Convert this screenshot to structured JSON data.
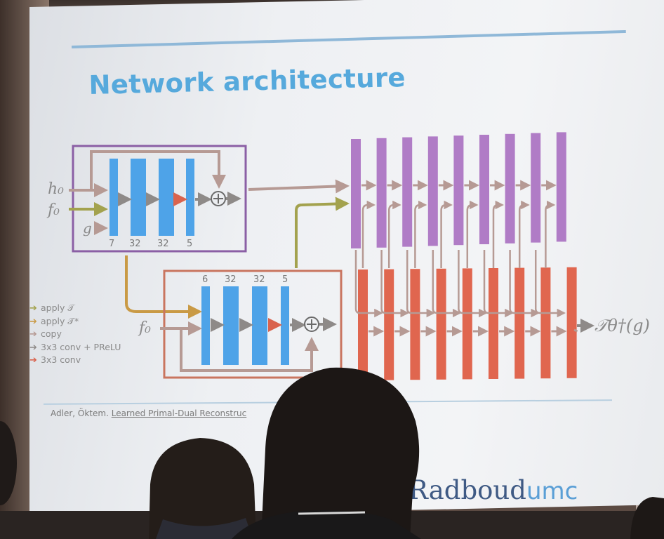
{
  "slide": {
    "title": "Network architecture",
    "legend": [
      {
        "label": "apply 𝒯",
        "color": "#a3a24e"
      },
      {
        "label": "apply 𝒯*",
        "color": "#c99a45"
      },
      {
        "label": "copy",
        "color": "#b69a94"
      },
      {
        "label": "3x3 conv + PReLU",
        "color": "#8e8a88"
      },
      {
        "label": "3x3 conv",
        "color": "#d9634e"
      }
    ],
    "primal_block": {
      "inputs": [
        "h₀",
        "f₀",
        "g"
      ],
      "channels": [
        "7",
        "32",
        "32",
        "5"
      ]
    },
    "dual_block": {
      "input": "f₀",
      "channels": [
        "6",
        "32",
        "32",
        "5"
      ]
    },
    "output_label": "𝒯θ†(g)",
    "plus_symbol": "⊕",
    "citation_authors": "Adler, Öktem.",
    "citation_title": "Learned Primal-Dual Reconstruc",
    "brand_name": "Radboud",
    "brand_suffix": "umc"
  },
  "colors": {
    "title": "#56a9dc",
    "blue_layer": "#4ea3e8",
    "purple_layer": "#b07cc6",
    "red_layer": "#e0664f",
    "primal_box": "#8b5fa5",
    "dual_box": "#c9755f"
  }
}
